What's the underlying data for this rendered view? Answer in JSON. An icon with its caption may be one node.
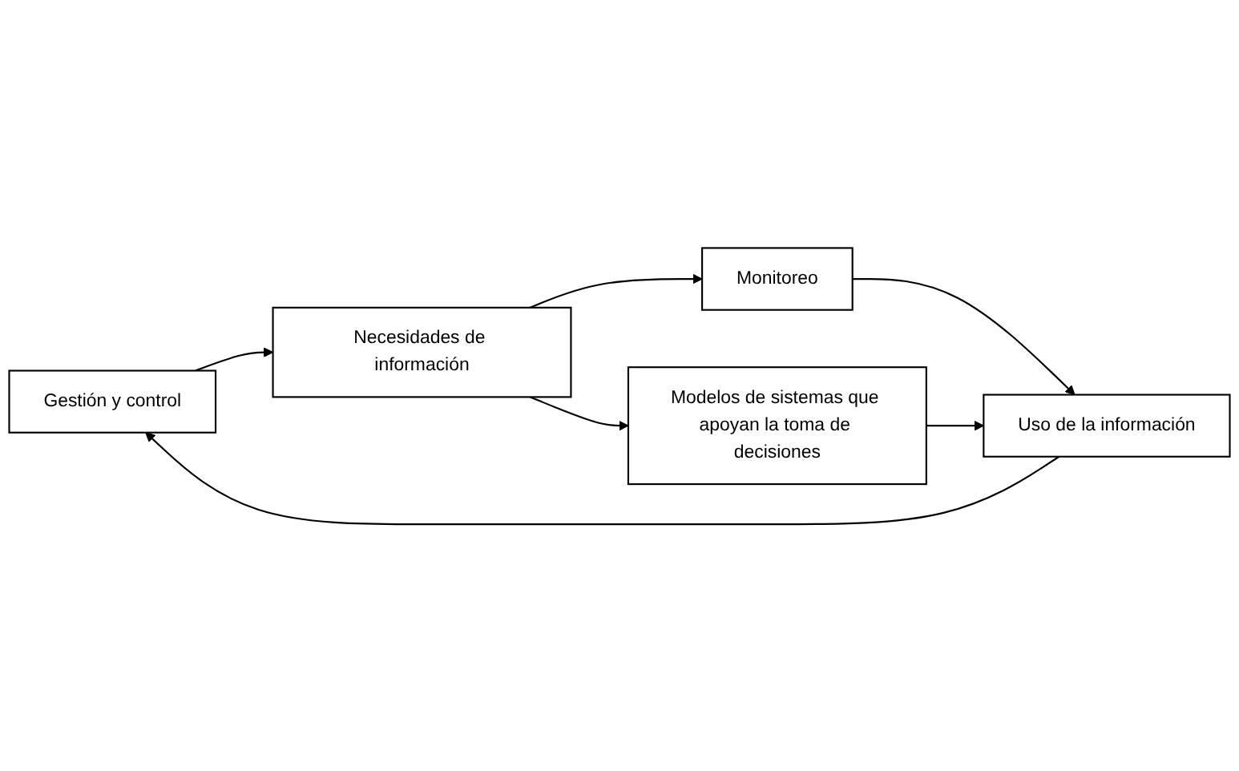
{
  "diagram": {
    "nodes": [
      {
        "text": [
          "Gestión y control"
        ]
      },
      {
        "text": [
          "Necesidades de información"
        ]
      },
      {
        "text": [
          "Uso de la información"
        ]
      },
      {
        "text": [
          "Monitoreo"
        ]
      },
      {
        "text": [
          "Modelos de sistemas que apoyan la toma de decisiones"
        ]
      }
    ],
    "edges": [
      {
        "from": 0,
        "to": 1,
        "arrow": "to"
      },
      {
        "from": 1,
        "to": 3,
        "arrow": "to"
      },
      {
        "from": 1,
        "to": 4,
        "arrow": "to"
      },
      {
        "from": 3,
        "to": 2,
        "arrow": "to"
      },
      {
        "from": 4,
        "to": 2,
        "arrow": "to"
      },
      {
        "from": 2,
        "to": 0,
        "arrow": "to"
      }
    ]
  }
}
